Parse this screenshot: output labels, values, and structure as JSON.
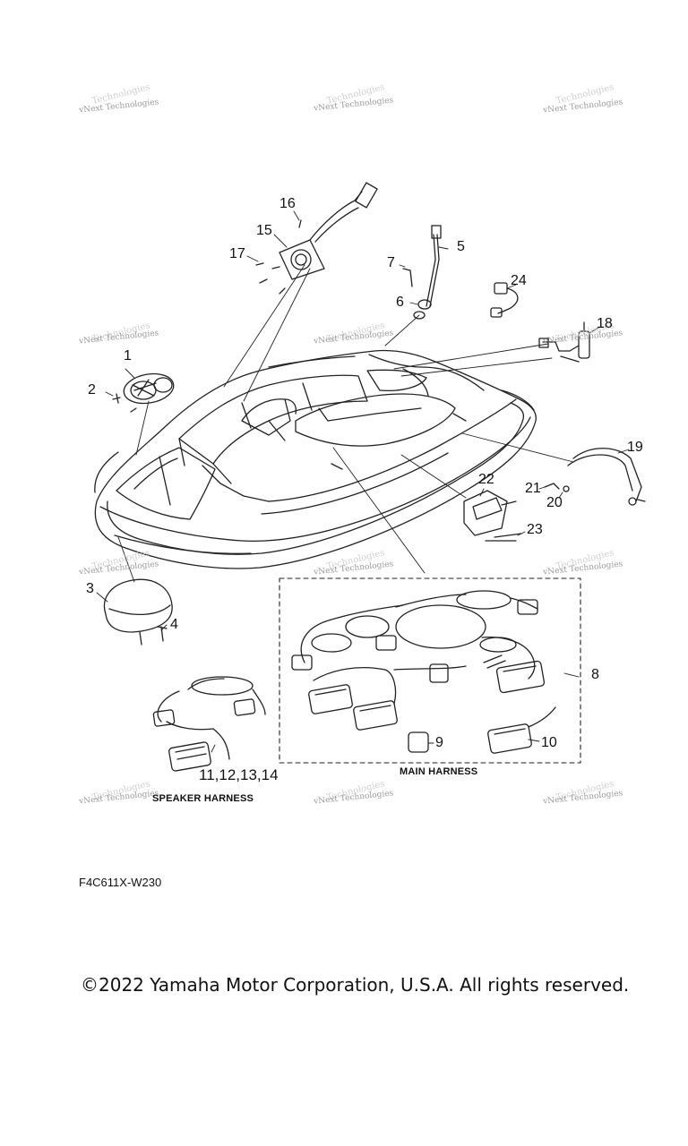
{
  "watermark": {
    "line1": "vNext Technologies",
    "line2": "Technologies"
  },
  "callouts": {
    "c1": "1",
    "c2": "2",
    "c3": "3",
    "c4": "4",
    "c5": "5",
    "c6": "6",
    "c7": "7",
    "c8": "8",
    "c9": "9",
    "c10": "10",
    "c11_14": "11,12,13,14",
    "c15": "15",
    "c16": "16",
    "c17": "17",
    "c18": "18",
    "c19": "19",
    "c20": "20",
    "c21": "21",
    "c22": "22",
    "c23": "23",
    "c24": "24"
  },
  "labels": {
    "speaker_harness": "SPEAKER HARNESS",
    "main_harness": "MAIN HARNESS"
  },
  "figure_code": "F4C611X-W230",
  "copyright": "©2022 Yamaha Motor Corporation, U.S.A. All rights reserved."
}
